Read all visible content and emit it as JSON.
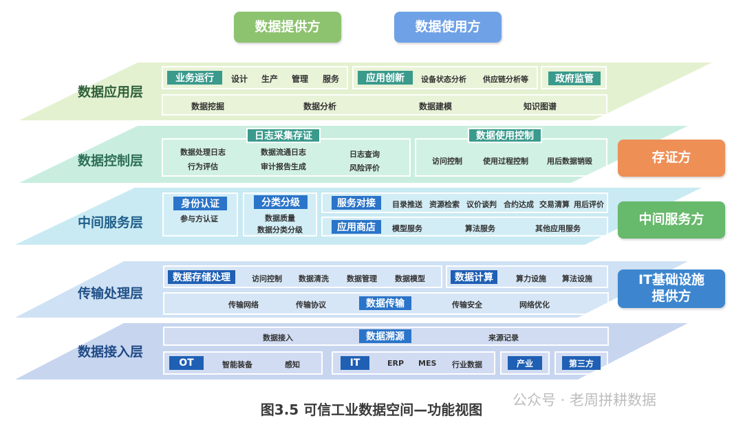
{
  "roles": {
    "provider": "数据提供方",
    "user": "数据使用方",
    "evidence": "存证方",
    "middle": "中间服务方",
    "infra_line1": "IT基础设施",
    "infra_line2": "提供方"
  },
  "layers": {
    "application": {
      "name": "数据应用层",
      "biz": {
        "tag": "业务运行",
        "items": [
          "设计",
          "生产",
          "管理",
          "服务"
        ]
      },
      "innov": {
        "tag": "应用创新",
        "items": [
          "设备状态分析",
          "供应链分析等"
        ]
      },
      "gov": {
        "tag": "政府监管"
      },
      "analytics": [
        "数据挖掘",
        "数据分析",
        "数据建模",
        "知识图谱"
      ]
    },
    "control": {
      "name": "数据控制层",
      "log": {
        "tag": "日志采集存证",
        "items": [
          "数据处理日志",
          "行为评估",
          "数据流通日志",
          "审计报告生成",
          "日志查询",
          "风险评价"
        ]
      },
      "usage": {
        "tag": "数据使用控制",
        "items": [
          "访问控制",
          "使用过程控制",
          "用后数据销毁"
        ]
      }
    },
    "middle": {
      "name": "中间服务层",
      "identity": {
        "tag": "身份认证",
        "items": [
          "参与方认证"
        ]
      },
      "classify": {
        "tag": "分类分级",
        "items": [
          "数据质量",
          "数据分类分级"
        ]
      },
      "match": {
        "tag": "服务对接",
        "items": [
          "目录推送",
          "资源检索",
          "议价谈判",
          "合约达成",
          "交易清算",
          "用后评价"
        ]
      },
      "store": {
        "tag": "应用商店",
        "items": [
          "模型服务",
          "算法服务",
          "其他应用服务"
        ]
      }
    },
    "transport": {
      "name": "传输处理层",
      "storage": {
        "tag": "数据存储处理",
        "items": [
          "访问控制",
          "数据清洗",
          "数据管理",
          "数据模型"
        ]
      },
      "compute": {
        "tag": "数据计算",
        "items": [
          "算力设施",
          "算法设施"
        ]
      },
      "trans": {
        "tag": "数据传输",
        "items": [
          "传输网络",
          "传输协议",
          "传输安全",
          "网络优化"
        ]
      }
    },
    "access": {
      "name": "数据接入层",
      "trace": {
        "tag": "数据溯源",
        "items": [
          "数据接入",
          "来源记录"
        ]
      },
      "ot": {
        "tag": "OT",
        "items": [
          "智能装备",
          "感知"
        ]
      },
      "it": {
        "tag": "IT",
        "items": [
          "ERP",
          "MES",
          "行业数据"
        ]
      },
      "industry": {
        "tag": "产业"
      },
      "third": {
        "tag": "第三方"
      }
    }
  },
  "caption": "图3.5  可信工业数据空间—功能视图",
  "watermark": "公众号 · 老周拼耕数据",
  "colors": {
    "provider": "#8dc26f",
    "user": "#6fa1e6",
    "evidence": "#ee8f56",
    "middle": "#67b96b",
    "infra": "#3d86cf",
    "application_band": "#e4f1d0",
    "control_band": "#c9eee0",
    "middle_band": "#c9eaf3",
    "transport_band": "#cfe1f4",
    "access_band": "#c7d5ef",
    "green_tag": "#3a9a8c",
    "blue_tag": "#2a74c9",
    "navy_tag": "#1f5fb4"
  }
}
